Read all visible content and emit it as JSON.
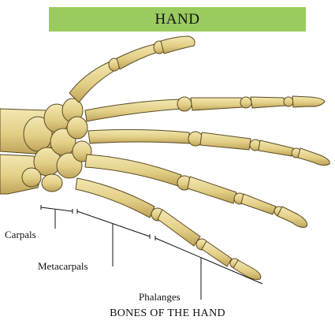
{
  "title": {
    "text": "HAND",
    "background": "#9ACB5E"
  },
  "colors": {
    "bone": "#E6D58E",
    "bone_shade": "#B89E52",
    "outline": "#5A4A22",
    "ink": "#111111"
  },
  "labels": {
    "carpals": "Carpals",
    "metacarpals": "Metacarpals",
    "phalanges": "Phalanges"
  },
  "caption": "BONES OF THE HAND"
}
